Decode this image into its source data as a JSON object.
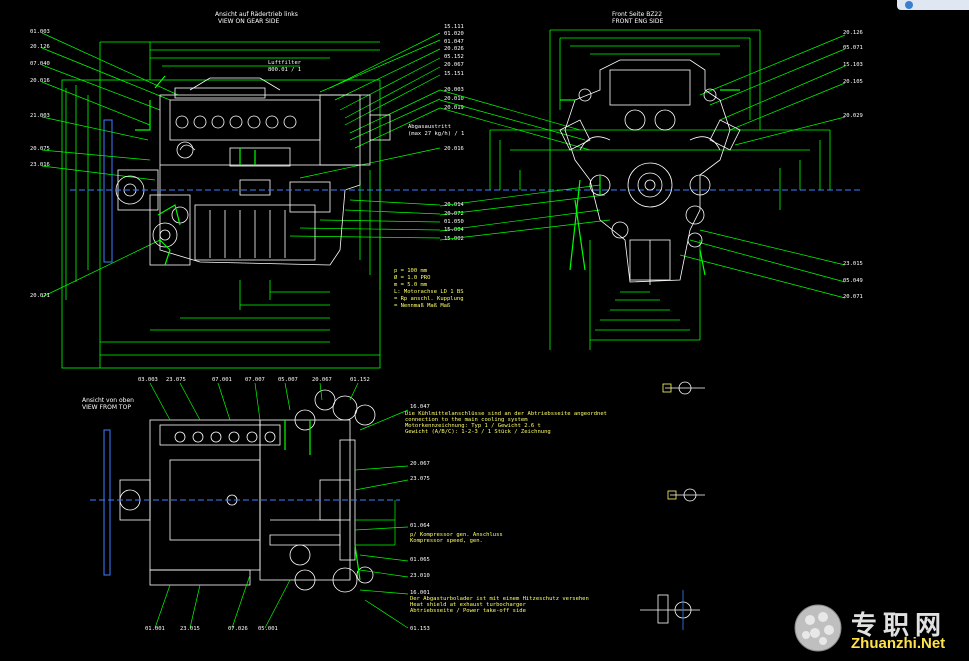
{
  "colors": {
    "background": "#000000",
    "dimension": "#00ff00",
    "outline": "#ffffff",
    "note": "#ffff66",
    "centerline": "#3b7fff"
  },
  "views": {
    "left_view": {
      "title1": "Ansicht auf Rädertrieb links",
      "title2": "VIEW ON GEAR SIDE"
    },
    "front_view": {
      "title1": "Front Seite BZ22",
      "title2": "FRONT ENG SIDE"
    },
    "lower_view": {
      "title1": "Ansicht von oben",
      "title2": "VIEW FROM TOP"
    }
  },
  "callouts_left": [
    "01.003",
    "20.126",
    "07.040",
    "20.016",
    "21.003",
    "20.075",
    "23.016",
    "20.071"
  ],
  "callouts_mid_left": [
    "15.111",
    "01.020",
    "01.047",
    "20.026",
    "05.152",
    "20.067",
    "15.151",
    "20.003",
    "20.010",
    "20.019"
  ],
  "callouts_mid_lower": [
    "20.014",
    "20.072",
    "01.050",
    "15.004",
    "15.002",
    "20.016"
  ],
  "callouts_right": [
    "20.126",
    "05.071",
    "15.103",
    "20.105",
    "20.029",
    "23.015",
    "05.049",
    "20.071"
  ],
  "callouts_bottom_top": [
    "03.003",
    "23.075",
    "07.001",
    "07.007",
    "05.007",
    "20.067",
    "01.152"
  ],
  "callouts_bottom_right": [
    "16.047",
    "20.067",
    "23.075",
    "01.064",
    "01.065",
    "23.010",
    "16.001",
    "01.153"
  ],
  "callouts_bottom_bottom": [
    "01.001",
    "23.015",
    "07.026",
    "05.001"
  ],
  "notes_upper": [
    "Luftfilter",
    "800.01 / 1"
  ],
  "notes_exhaust": [
    "Abgasaustritt",
    "(max 27 kg/h) / 1"
  ],
  "notes_spec": [
    "p = 100 mm",
    "Ø = 1.0 PRO",
    "m = 5.0 mm",
    "L: Motorachse LD 1 BS",
    "= Rp anschl. Kupplung",
    "= Nennmaß Maß Maß"
  ],
  "notes_bottom_right_1": [
    "Die Kühlmittelanschlüsse sind an der Abtriebsseite angeordnet",
    "connection to the main cooling system",
    "Motorkennzeichnung: Typ 1 / Gewicht 2.6 t",
    "Gewicht (A/B/C): 1-2-3 / 1 Stück / Zeichnung"
  ],
  "notes_bottom_right_2": [
    "p/ Kompressor gen. Anschluss",
    "Kompressor speed, gen."
  ],
  "notes_bottom_right_3": [
    "Der Abgasturbolader ist mit einem Hitzeschutz versehen",
    "Heat shield at exhaust turbocharger",
    "Abtriebsseite / Power take-off side"
  ],
  "watermark": {
    "cn": "专职网",
    "en": "Zhuanzhi.Net"
  }
}
